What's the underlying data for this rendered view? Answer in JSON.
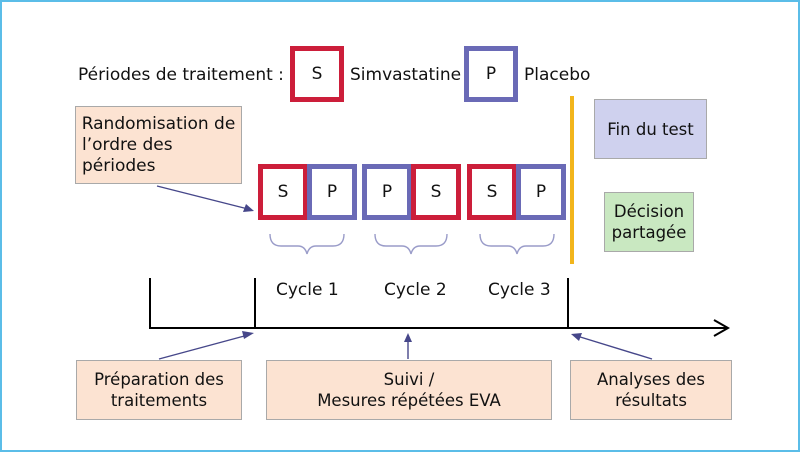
{
  "legend": {
    "title": "Périodes de traitement :",
    "s_letter": "S",
    "s_label": "Simvastatine",
    "p_letter": "P",
    "p_label": "Placebo"
  },
  "randomisation": {
    "line1": "Randomisation de",
    "line2": "l’ordre des",
    "line3": "périodes"
  },
  "periods": [
    "S",
    "P",
    "P",
    "S",
    "S",
    "P"
  ],
  "cycles": [
    "Cycle 1",
    "Cycle 2",
    "Cycle 3"
  ],
  "end": {
    "fin": "Fin du test",
    "decision_line1": "Décision",
    "decision_line2": "partagée"
  },
  "bottom": {
    "prep_line1": "Préparation des",
    "prep_line2": "traitements",
    "suivi_line1": "Suivi /",
    "suivi_line2": "Mesures répétées EVA",
    "analyses_line1": "Analyses des",
    "analyses_line2": "résultats"
  },
  "colors": {
    "simvastatine": "#cc1e3a",
    "placebo": "#6a6ab6",
    "frame": "#5bbde8",
    "end_line": "#f2b51c",
    "peach": "#fce3d2",
    "lavender": "#cfd1ee",
    "green": "#c9e8c1"
  }
}
